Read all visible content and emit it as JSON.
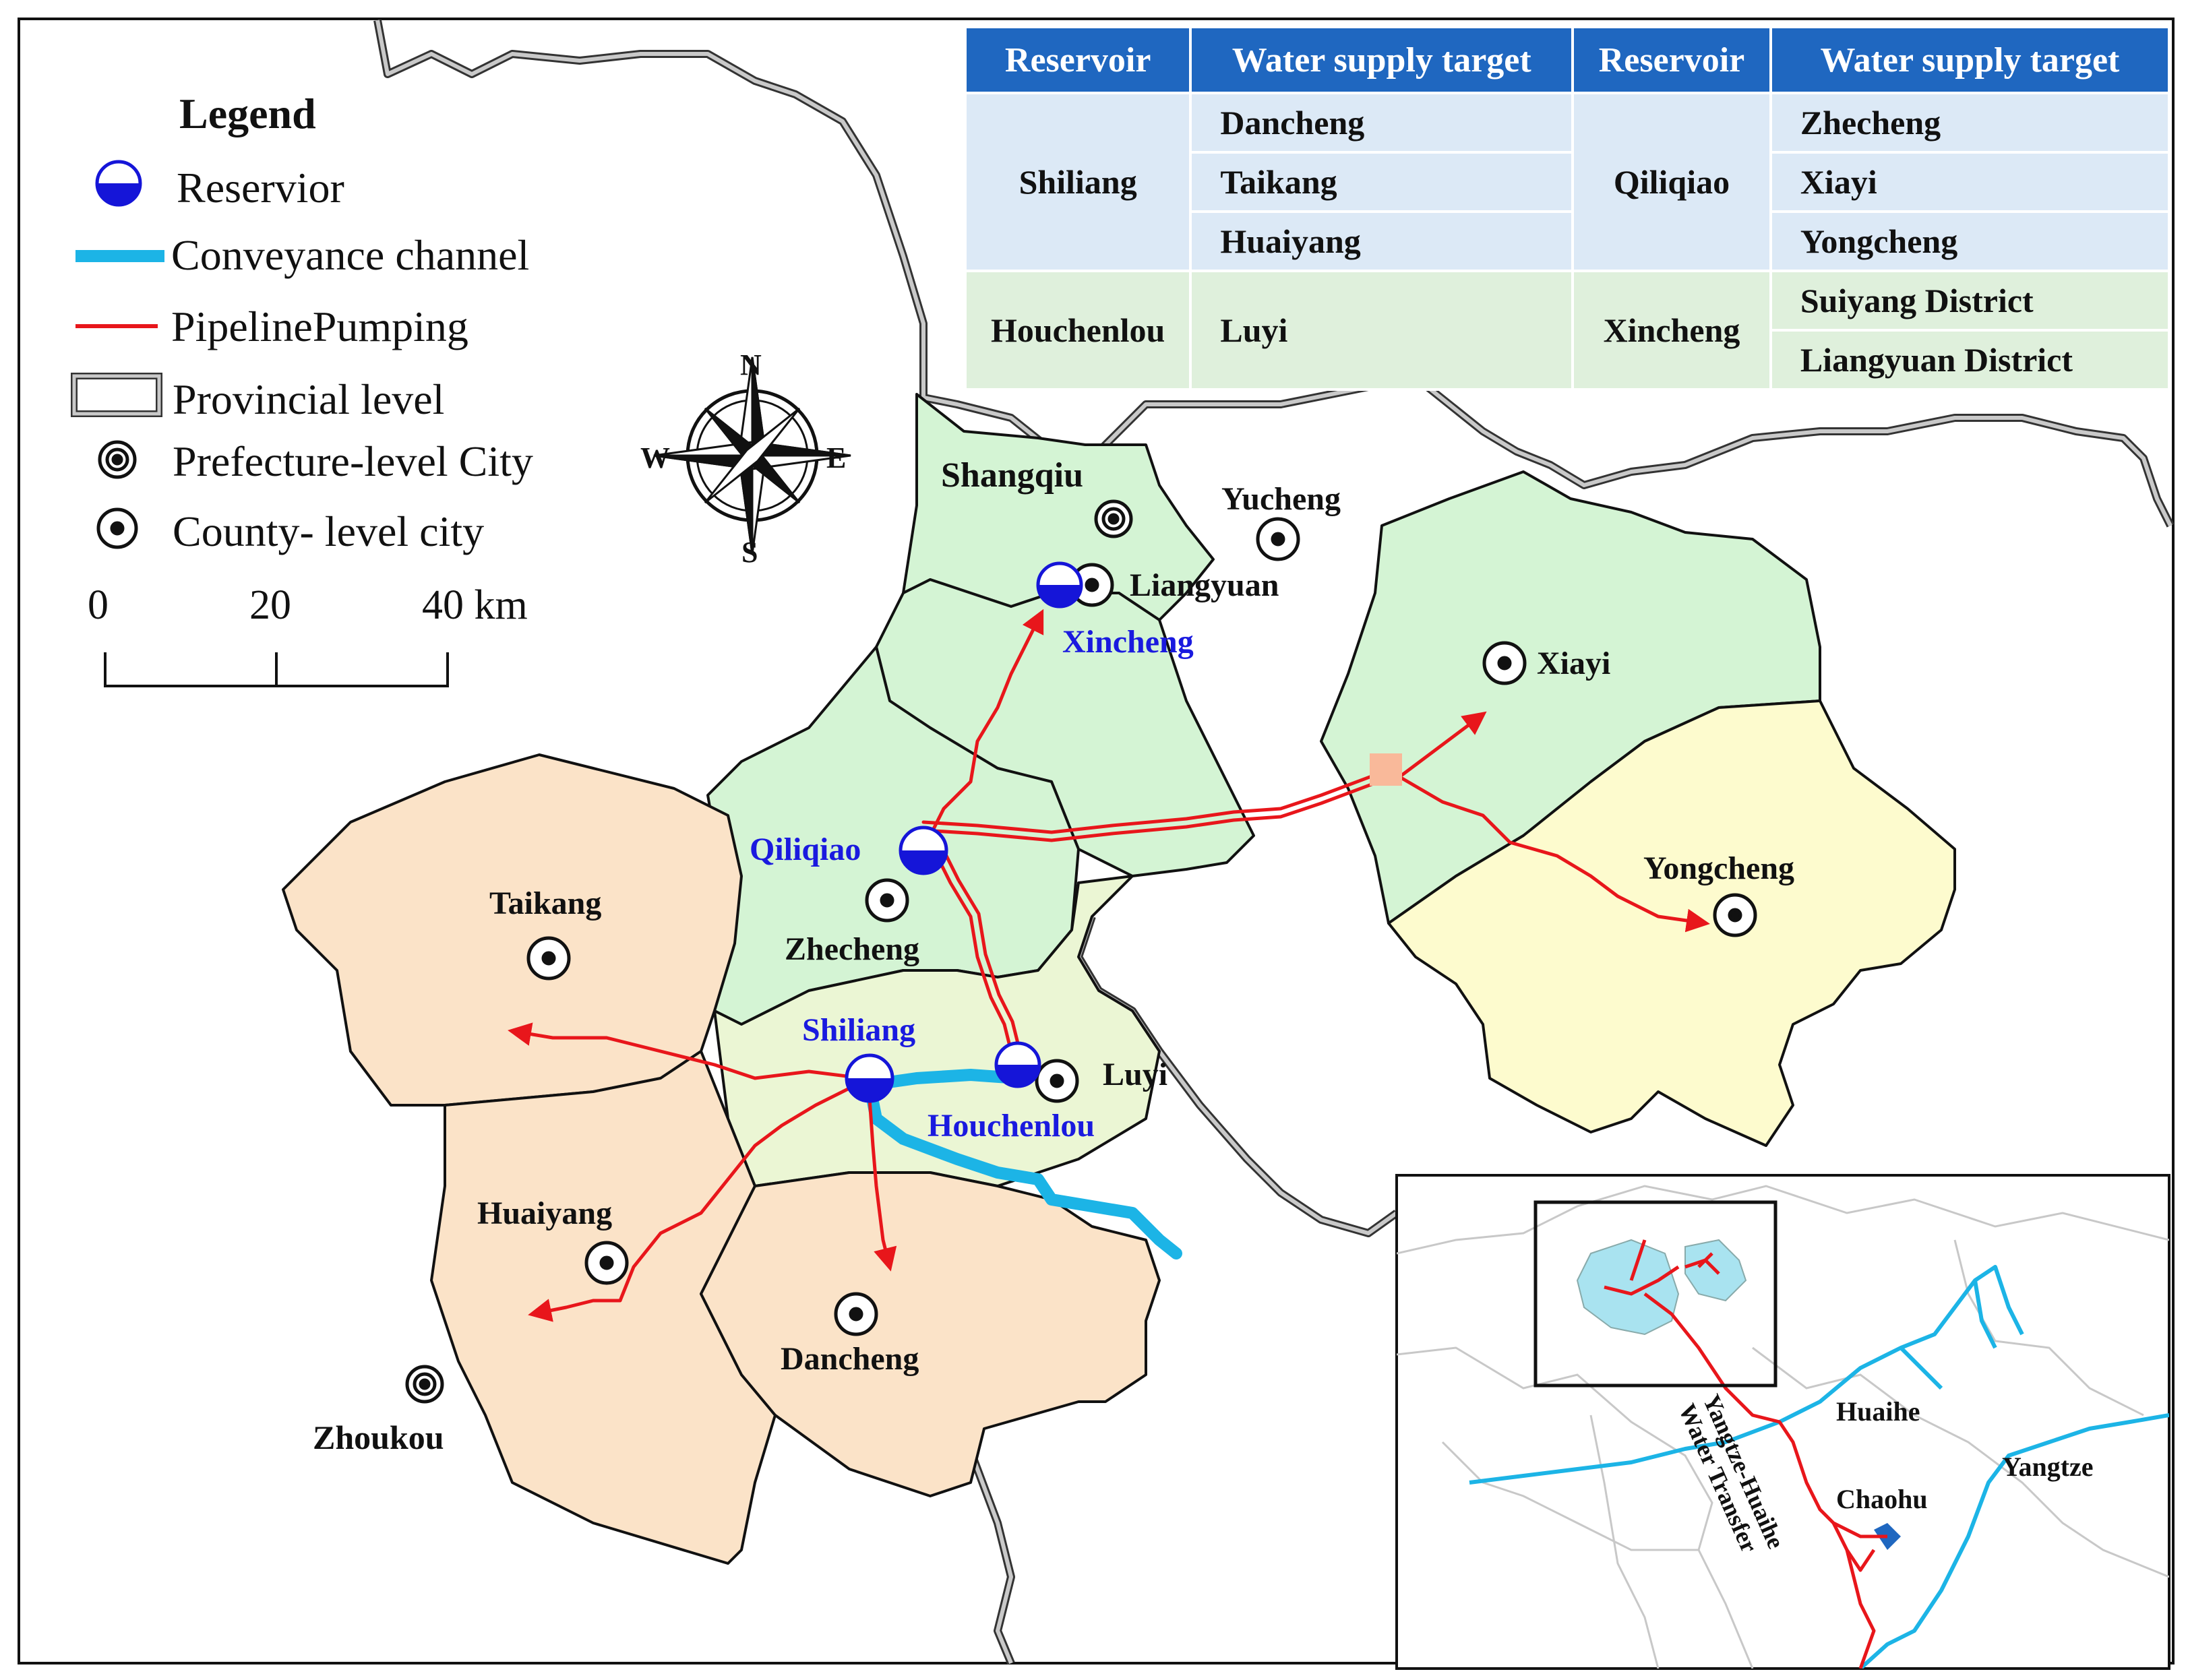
{
  "legend": {
    "title": "Legend",
    "items": [
      {
        "label": "Reservior",
        "icon": "reservoir-icon"
      },
      {
        "label": "Conveyance channel",
        "icon": "conveyance-channel-line"
      },
      {
        "label": "PipelinePumping",
        "icon": "pipeline-line"
      },
      {
        "label": "Provincial level",
        "icon": "provincial-boundary-icon"
      },
      {
        "label": "Prefecture-level City",
        "icon": "prefecture-city-icon"
      },
      {
        "label": "County- level city",
        "icon": "county-city-icon"
      }
    ]
  },
  "scale_bar": {
    "ticks": [
      "0",
      "20",
      "40 km"
    ]
  },
  "compass": {
    "n": "N",
    "s": "S",
    "e": "E",
    "w": "W"
  },
  "table": {
    "headers": [
      "Reservoir",
      "Water  supply target",
      "Reservoir",
      "Water  supply target"
    ],
    "rows": [
      {
        "reservoir1": "Shiliang",
        "targets1": [
          "Dancheng",
          "Taikang",
          "Huaiyang"
        ],
        "reservoir2": "Qiliqiao",
        "targets2": [
          "Zhecheng",
          "Xiayi",
          "Yongcheng"
        ]
      },
      {
        "reservoir1": "Houchenlou",
        "targets1": [
          "Luyi"
        ],
        "reservoir2": "Xincheng",
        "targets2": [
          "Suiyang District",
          "Liangyuan District"
        ]
      }
    ]
  },
  "map_labels": {
    "shangqiu": "Shangqiu",
    "yucheng": "Yucheng",
    "liangyuan": "Liangyuan",
    "xiayi": "Xiayi",
    "yongcheng": "Yongcheng",
    "taikang": "Taikang",
    "zhecheng": "Zhecheng",
    "luyi": "Luyi",
    "huaiyang": "Huaiyang",
    "dancheng": "Dancheng",
    "zhoukou": "Zhoukou"
  },
  "reservoir_labels": {
    "xincheng": "Xincheng",
    "qiliqiao": "Qiliqiao",
    "shiliang": "Shiliang",
    "houchenlou": "Houchenlou"
  },
  "inset": {
    "huaihe": "Huaihe",
    "yangtze": "Yangtze",
    "chaohu": "Chaohu",
    "transfer_line1": "Yangtze-Huaihe",
    "transfer_line2": "Water Transfer"
  },
  "colors": {
    "green_region": "#d4f4d4",
    "tan_region": "#fbe3c8",
    "yellow_region": "#fdfbce",
    "light_green_region": "#ebf6d4",
    "pipeline": "#e8161b",
    "channel": "#1cb4e6",
    "reservoir_blue": "#1515d8",
    "table_header": "#1f67c0",
    "boundary": "#a8a8a8"
  }
}
